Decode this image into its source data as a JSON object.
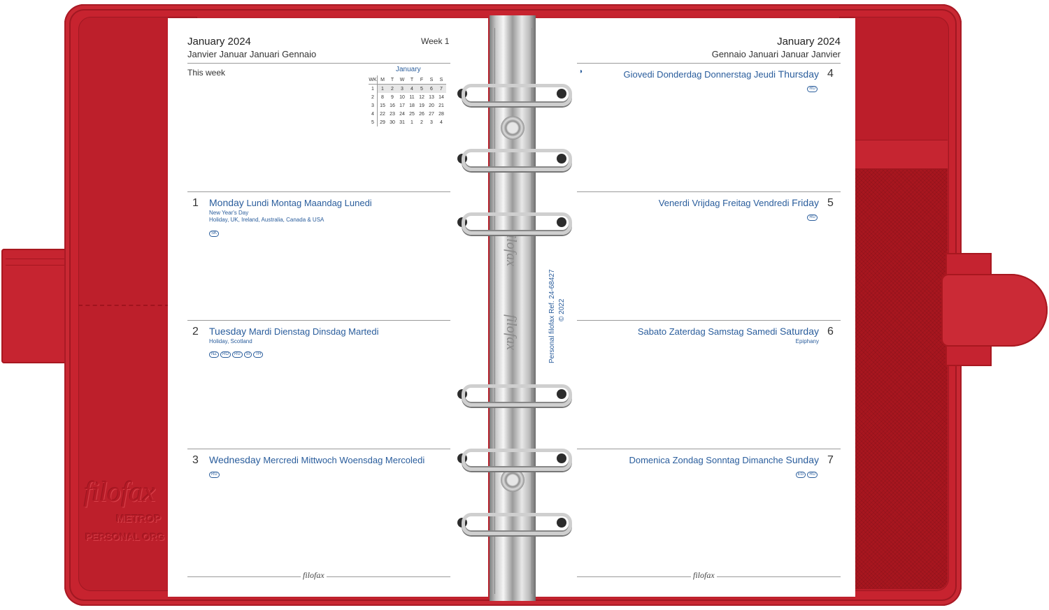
{
  "colors": {
    "leather": "#c7232f",
    "ink_blue": "#2a5d9c"
  },
  "cover": {
    "emboss_logo": "filofax",
    "emboss_line1": "METROP",
    "emboss_line2": "PERSONAL ORG"
  },
  "left_page": {
    "month": "January 2024",
    "month_translations": "Janvier Januar Januari Gennaio",
    "week": "Week 1",
    "this_week": "This week",
    "footer_logo": "filofax"
  },
  "mini_calendar": {
    "title": "January",
    "headers": [
      "WK",
      "M",
      "T",
      "W",
      "T",
      "F",
      "S",
      "S"
    ],
    "rows": [
      [
        "1",
        "1",
        "2",
        "3",
        "4",
        "5",
        "6",
        "7"
      ],
      [
        "2",
        "8",
        "9",
        "10",
        "11",
        "12",
        "13",
        "14"
      ],
      [
        "3",
        "15",
        "16",
        "17",
        "18",
        "19",
        "20",
        "21"
      ],
      [
        "4",
        "22",
        "23",
        "24",
        "25",
        "26",
        "27",
        "28"
      ],
      [
        "5",
        "29",
        "30",
        "31",
        "1",
        "2",
        "3",
        "4"
      ]
    ]
  },
  "left_days": [
    {
      "num": "1",
      "name": "Monday",
      "translations": "Lundi Montag Maandag Lunedi",
      "note1": "New Year's Day",
      "note2": "Holiday, UK, Ireland, Australia, Canada & USA",
      "badges": [
        "SK"
      ]
    },
    {
      "num": "2",
      "name": "Tuesday",
      "translations": "Mardi Dienstag Dinsdag Martedi",
      "note1": "Holiday, Scotland",
      "badges": [
        "NZ",
        "RO",
        "RU",
        "SI",
        "TH"
      ]
    },
    {
      "num": "3",
      "name": "Wednesday",
      "translations": "Mercredi Mittwoch Woensdag Mercoledi",
      "badges": [
        "RU"
      ]
    }
  ],
  "right_page": {
    "month": "January 2024",
    "month_translations": "Gennaio Januari Januar Janvier",
    "moon_icon": "◑",
    "footer_logo": "filofax"
  },
  "right_days": [
    {
      "num": "4",
      "translations": "Giovedi Donderdag Donnerstag Jeudi",
      "name": "Thursday",
      "badges": [
        "RU"
      ]
    },
    {
      "num": "5",
      "translations": "Venerdi Vrijdag Freitag Vendredi",
      "name": "Friday",
      "badges": [
        "RU"
      ]
    },
    {
      "num": "6",
      "translations": "Sabato Zaterdag Samstag Samedi",
      "name": "Saturday",
      "note1": "Epiphany"
    },
    {
      "num": "7",
      "translations": "Domenica Zondag Sonntag Dimanche",
      "name": "Sunday",
      "badges": [
        "EG",
        "RU"
      ]
    }
  ],
  "spine": {
    "logo": "filofax",
    "ref_line1": "Personal  filofax Ref. 24-68427",
    "ref_line2": "© 2022"
  }
}
